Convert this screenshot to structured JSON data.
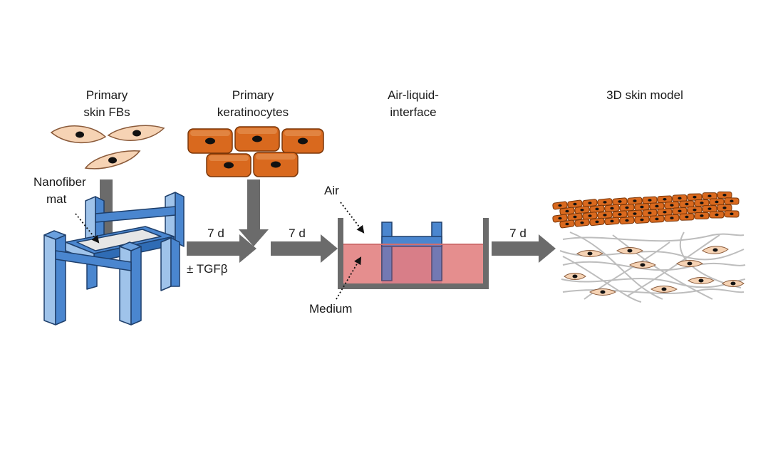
{
  "steps": {
    "fibroblasts": {
      "line1": "Primary",
      "line2": "skin FBs"
    },
    "keratinocytes": {
      "line1": "Primary",
      "line2": "keratinocytes"
    },
    "ali": {
      "line1": "Air-liquid-",
      "line2": "interface"
    },
    "model": {
      "line1": "3D skin model"
    }
  },
  "labels": {
    "nanofiber_1": "Nanofiber",
    "nanofiber_2": "mat",
    "duration_1": "7 d",
    "duration_2": "7 d",
    "duration_3": "7 d",
    "tgf": "± TGFβ",
    "air": "Air",
    "medium": "Medium"
  },
  "colors": {
    "scaffold_blue": "#4a86cf",
    "scaffold_light": "#9fc3ea",
    "keratinocyte": "#d9691e",
    "fibroblast": "#f6d3b4",
    "medium": "#e58e8e",
    "arrow": "#6b6b6b",
    "fiber": "#bdbdbd"
  }
}
